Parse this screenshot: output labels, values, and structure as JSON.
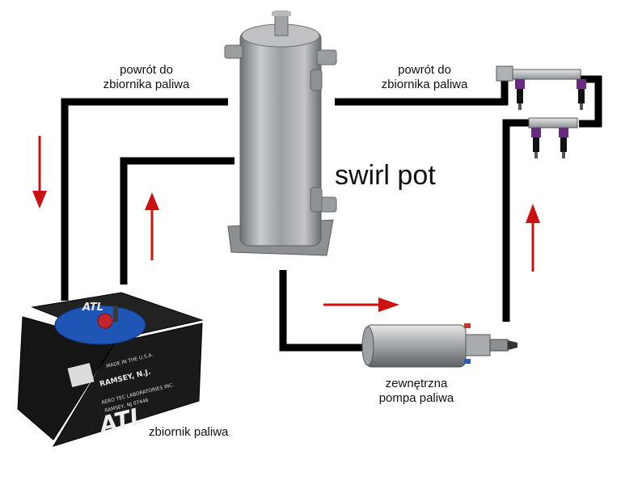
{
  "labels": {
    "return_left_line1": "powrót do",
    "return_left_line2": "zbiornika paliwa",
    "return_right_line1": "powrót do",
    "return_right_line2": "zbiornika paliwa",
    "swirl_pot": "swirl pot",
    "pump_line1": "zewnętrzna",
    "pump_line2": "pompa paliwa",
    "tank": "zbiornik paliwa"
  },
  "tank_markings": {
    "top_logo": "ATL",
    "front_logo": "ATL",
    "made_in": "MADE IN THE U.S.A.",
    "ramsey": "RAMSEY, N.J.",
    "maker_line1": "AERO TEC LABORATORIES INC.",
    "maker_line2": "RAMSEY, NJ 07446"
  },
  "colors": {
    "line": "#000000",
    "arrow": "#cc1111",
    "metal": "#a8abae",
    "tank_body": "#151515",
    "cap_blue": "#1f56b5",
    "injector_purple": "#6a2a80"
  },
  "arrows": [
    {
      "id": "left-down",
      "direction": "down"
    },
    {
      "id": "left-up",
      "direction": "up"
    },
    {
      "id": "pump-right",
      "direction": "right"
    },
    {
      "id": "right-up",
      "direction": "up"
    }
  ]
}
